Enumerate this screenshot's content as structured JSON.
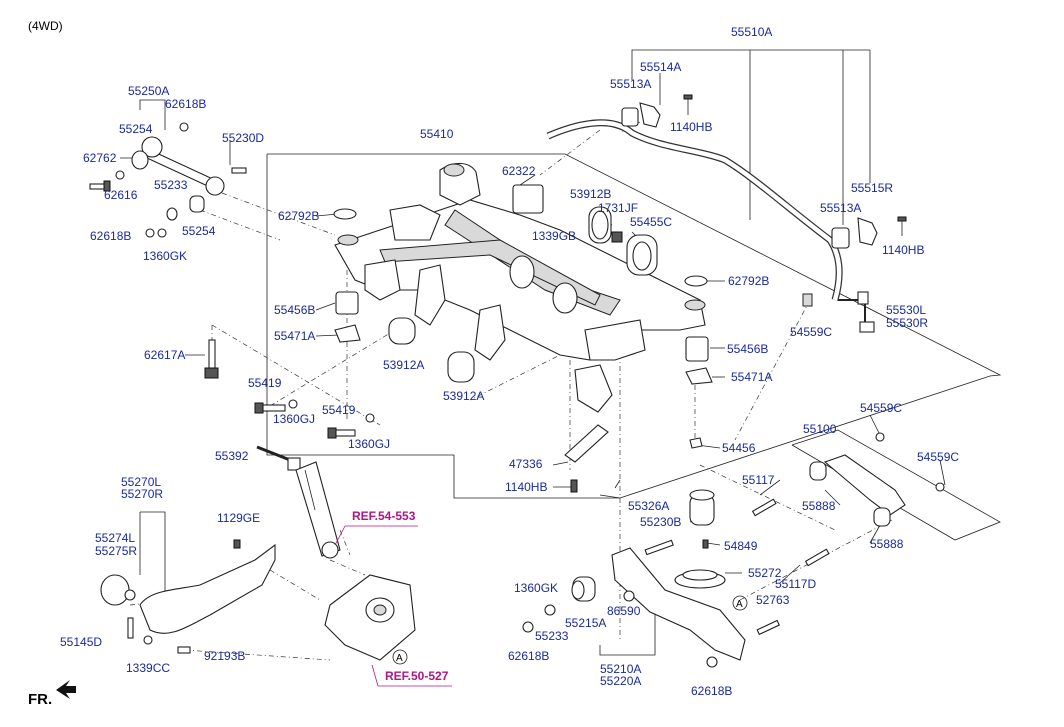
{
  "header": {
    "variant": "(4WD)"
  },
  "direction_marker": "FR.",
  "references": {
    "ref_top": "REF.54-553",
    "ref_bottom": "REF.50-527"
  },
  "labels": {
    "l55250A": "55250A",
    "l62618B_a": "62618B",
    "l55254_a": "55254",
    "l55230D": "55230D",
    "l62762": "62762",
    "l62616": "62616",
    "l55233_a": "55233",
    "l55254_b": "55254",
    "l62618B_b": "62618B",
    "l1360GK_a": "1360GK",
    "l55410": "55410",
    "l62322": "62322",
    "l62792B_a": "62792B",
    "l53912B": "53912B",
    "l1731JF": "1731JF",
    "l1339GB": "1339GB",
    "l55455C": "55455C",
    "l62792B_b": "62792B",
    "l55456B_a": "55456B",
    "l55471A_a": "55471A",
    "l53912A_a": "53912A",
    "l53912A_b": "53912A",
    "l62617A": "62617A",
    "l55419_a": "55419",
    "l1360GJ_a": "1360GJ",
    "l55419_b": "55419",
    "l1360GJ_b": "1360GJ",
    "l55456B_b": "55456B",
    "l55471A_b": "55471A",
    "l54456": "54456",
    "l47336": "47336",
    "l1140HB_a": "1140HB",
    "l55392": "55392",
    "l55510A": "55510A",
    "l55514A": "55514A",
    "l55513A_a": "55513A",
    "l1140HB_b": "1140HB",
    "l55515R": "55515R",
    "l55513A_b": "55513A",
    "l1140HB_c": "1140HB",
    "l54559C_a": "54559C",
    "l55530L": "55530L",
    "l55530R": "55530R",
    "l54559C_b": "54559C",
    "l55100": "55100",
    "l54559C_c": "54559C",
    "l55117": "55117",
    "l55888_a": "55888",
    "l55888_b": "55888",
    "l55117D": "55117D",
    "l55270L": "55270L",
    "l55270R": "55270R",
    "l1129GE": "1129GE",
    "l55274L": "55274L",
    "l55275R": "55275R",
    "l55145D": "55145D",
    "l1339CC": "1339CC",
    "l92193B": "92193B",
    "l55326A": "55326A",
    "l55230B": "55230B",
    "l54849": "54849",
    "l55272": "55272",
    "l1360GK_b": "1360GK",
    "l86590": "86590",
    "l55233_b": "55233",
    "l55215A": "55215A",
    "l62618B_c": "62618B",
    "l55210A": "55210A",
    "l55220A": "55220A",
    "l52763": "52763",
    "l62618B_d": "62618B",
    "circle_a1": "A",
    "circle_a2": "A"
  }
}
